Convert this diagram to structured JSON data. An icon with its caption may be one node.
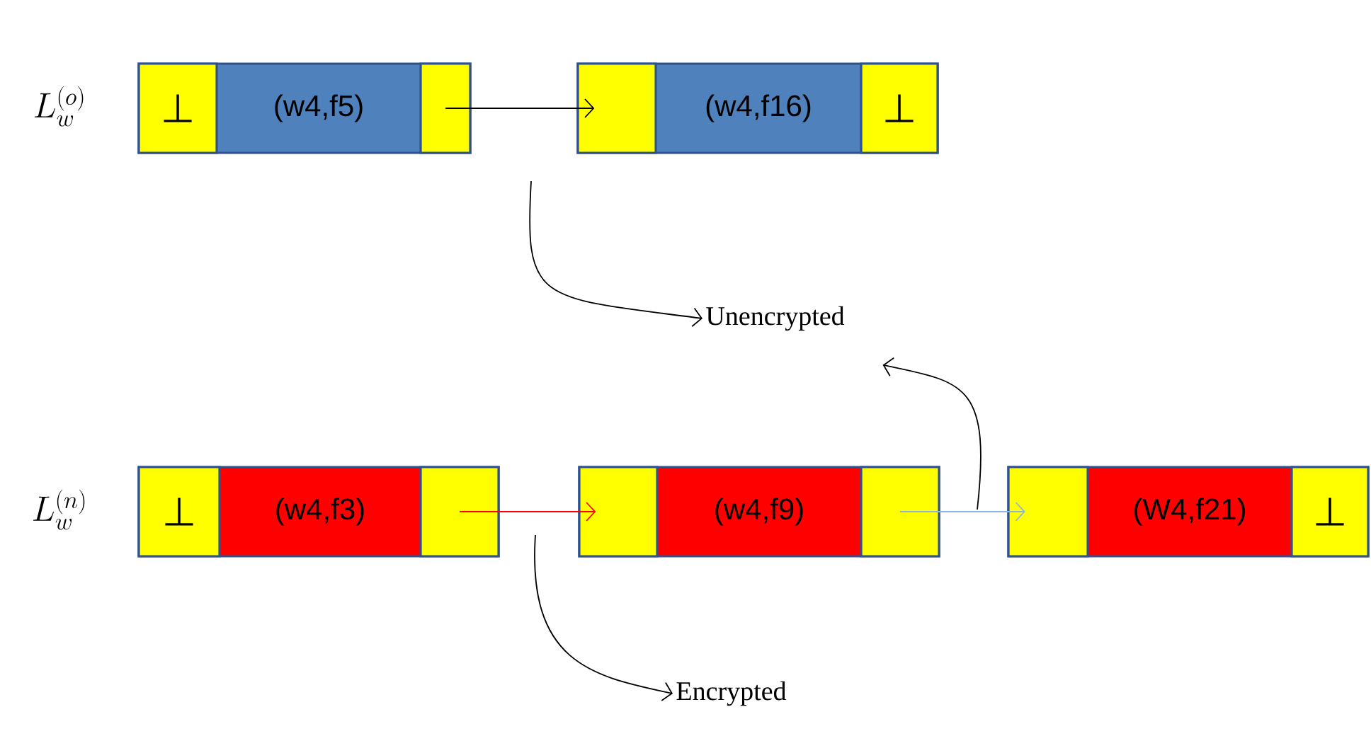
{
  "diagram": {
    "nodes": [
      {
        "text": [
          "(w4,f5)"
        ]
      },
      {
        "text": [
          "⊥"
        ],
        "in": 0
      },
      {
        "text": [],
        "shape": "box",
        "in": 0
      },
      {
        "text": [
          "(w4,f16)"
        ]
      },
      {
        "text": [],
        "shape": "box",
        "in": 3
      },
      {
        "text": [
          "⊥"
        ],
        "in": 3
      },
      {
        "text": [
          "Unencrypted"
        ]
      },
      {
        "text": [
          "(w4,f3)"
        ]
      },
      {
        "text": [
          "⊥"
        ],
        "in": 7
      },
      {
        "text": [],
        "shape": "box",
        "in": 7
      },
      {
        "text": [
          "(w4,f9)"
        ]
      },
      {
        "text": [],
        "shape": "box",
        "in": 10
      },
      {
        "text": [],
        "shape": "box",
        "in": 10
      },
      {
        "text": [
          "(W4,f21)"
        ]
      },
      {
        "text": [],
        "shape": "box",
        "in": 13
      },
      {
        "text": [
          "⊥"
        ],
        "in": 13
      },
      {
        "text": [
          "Encrypted"
        ]
      }
    ],
    "edges": [
      {
        "from": 2,
        "to": 4,
        "arrow": "to"
      },
      {
        "from": null,
        "to": 6,
        "arrow": "to"
      },
      {
        "from": 9,
        "to": 11,
        "arrow": "to",
        "color": "#ff0000"
      },
      {
        "from": 12,
        "to": 14,
        "arrow": "to",
        "color": "#8db3e2"
      },
      {
        "from": null,
        "to": 6,
        "arrow": "to"
      },
      {
        "from": null,
        "to": 16,
        "arrow": "to"
      }
    ],
    "labels": [
      "L_w^{(o)}",
      "L_w^{(n)}"
    ]
  }
}
